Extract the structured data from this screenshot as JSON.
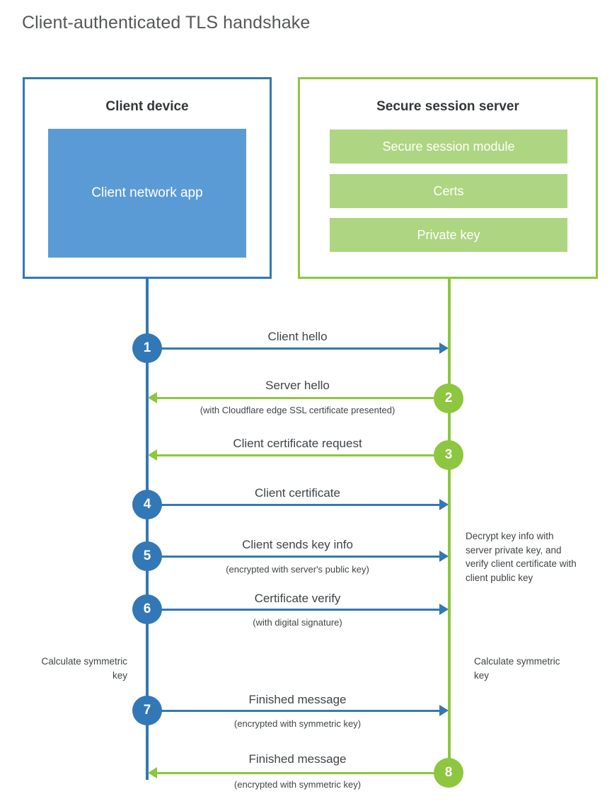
{
  "title": "Client-authenticated TLS handshake",
  "colors": {
    "blue": "#3278b6",
    "blue_fill": "#5b9bd5",
    "green": "#8dc63f",
    "green_fill": "#aed581",
    "text": "#3f4447",
    "title_text": "#555759"
  },
  "client": {
    "title": "Client device",
    "app_label": "Client network app"
  },
  "server": {
    "title": "Secure session server",
    "items": [
      {
        "label": "Secure session module"
      },
      {
        "label": "Certs"
      },
      {
        "label": "Private key"
      }
    ]
  },
  "steps": [
    {
      "number": "1",
      "label": "Client hello",
      "sublabel": "",
      "direction": "right",
      "color": "blue"
    },
    {
      "number": "2",
      "label": "Server hello",
      "sublabel": "(with Cloudflare edge SSL certificate presented)",
      "direction": "left",
      "color": "green"
    },
    {
      "number": "3",
      "label": "Client certificate request",
      "sublabel": "",
      "direction": "left",
      "color": "green"
    },
    {
      "number": "4",
      "label": "Client certificate",
      "sublabel": "",
      "direction": "right",
      "color": "blue"
    },
    {
      "number": "5",
      "label": "Client sends key info",
      "sublabel": "(encrypted with server's public key)",
      "direction": "right",
      "color": "blue"
    },
    {
      "number": "6",
      "label": "Certificate verify",
      "sublabel": "(with digital signature)",
      "direction": "right",
      "color": "blue"
    },
    {
      "number": "7",
      "label": "Finished message",
      "sublabel": "(encrypted with symmetric key)",
      "direction": "right",
      "color": "blue"
    },
    {
      "number": "8",
      "label": "Finished message",
      "sublabel": "(encrypted with symmetric key)",
      "direction": "left",
      "color": "green"
    }
  ],
  "annotations": {
    "server_decrypt": "Decrypt key info with server private key, and verify client certificate with client public key",
    "client_calculate": "Calculate symmetric key",
    "server_calculate": "Calculate symmetric key"
  }
}
